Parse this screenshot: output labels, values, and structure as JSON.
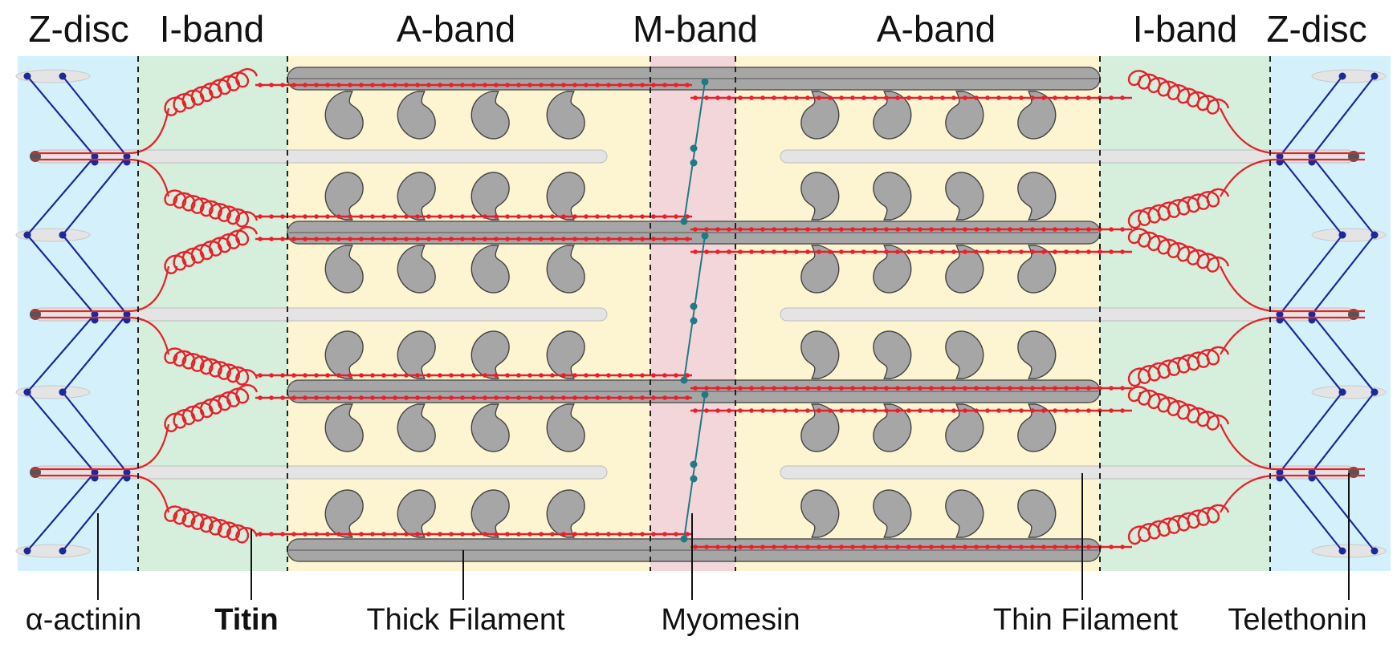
{
  "bands": {
    "z_left": "Z-disc",
    "i_left": "I-band",
    "a_left": "A-band",
    "m": "M-band",
    "a_right": "A-band",
    "i_right": "I-band",
    "z_right": "Z-disc"
  },
  "components": {
    "alpha_actinin": "α-actinin",
    "titin": "Titin",
    "thick_filament": "Thick Filament",
    "myomesin": "Myomesin",
    "thin_filament": "Thin Filament",
    "telethonin": "Telethonin"
  },
  "colors": {
    "z_disc": "#d4f1fb",
    "i_band": "#d5efdc",
    "a_band": "#fdf4d2",
    "m_band": "#f3d6da",
    "myosin": "#a6a6a6",
    "titin": "#e8202a",
    "actinin": "#1a2a9a",
    "myomesin": "#1f7a85",
    "thin_filament": "#e4e4e4"
  }
}
